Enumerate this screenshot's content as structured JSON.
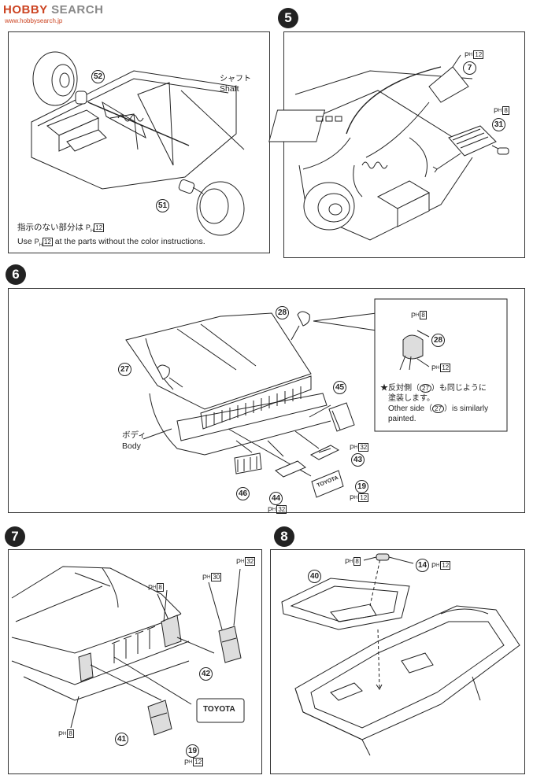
{
  "logo": {
    "brand_a": "HOBBY",
    "brand_b": "SEARCH",
    "watermark_url": "www.hobbysearch.jp"
  },
  "steps": {
    "s5": "5",
    "s6": "6",
    "s7": "7",
    "s8": "8"
  },
  "step4": {
    "labels": {
      "shaft_jp": "シャフト",
      "shaft_en": "Shaft"
    },
    "parts": {
      "p52": "52",
      "p51": "51"
    },
    "note_jp": "指示のない部分は",
    "note_jp_ph": "12",
    "note_en_pre": "Use",
    "note_en_ph": "12",
    "note_en_post": "at the parts without the color instructions."
  },
  "step5": {
    "parts": {
      "p7": "7",
      "p31": "31"
    },
    "ph": {
      "p7": "12",
      "p31": "8"
    }
  },
  "step6": {
    "labels": {
      "body_jp": "ボディ",
      "body_en": "Body"
    },
    "parts": {
      "p28": "28",
      "p27": "27",
      "p45": "45",
      "p43": "43",
      "p19": "19",
      "p46": "46",
      "p44": "44",
      "inset28": "28"
    },
    "ph": {
      "p43": "32",
      "p19": "12",
      "p44": "32",
      "inset_top": "8",
      "inset_bottom": "12"
    },
    "note_jp_1": "★反対側（",
    "note_jp_part": "27",
    "note_jp_2": "）も同じように",
    "note_jp_3": "塗装します。",
    "note_en_1": "Other side（",
    "note_en_part": "27",
    "note_en_2": "）is similarly",
    "note_en_3": "painted.",
    "plate_text": "TOYOTA"
  },
  "step7": {
    "parts": {
      "p42": "42",
      "p41": "41",
      "p19": "19"
    },
    "ph": {
      "top_a": "8",
      "top_b": "30",
      "top_c": "32",
      "left": "8",
      "p19": "12"
    },
    "plate_text": "TOYOTA"
  },
  "step8": {
    "parts": {
      "p40": "40",
      "p14": "14"
    },
    "ph": {
      "left": "8",
      "right": "12"
    }
  },
  "ph_prefix": "P",
  "ph_sub": "H"
}
